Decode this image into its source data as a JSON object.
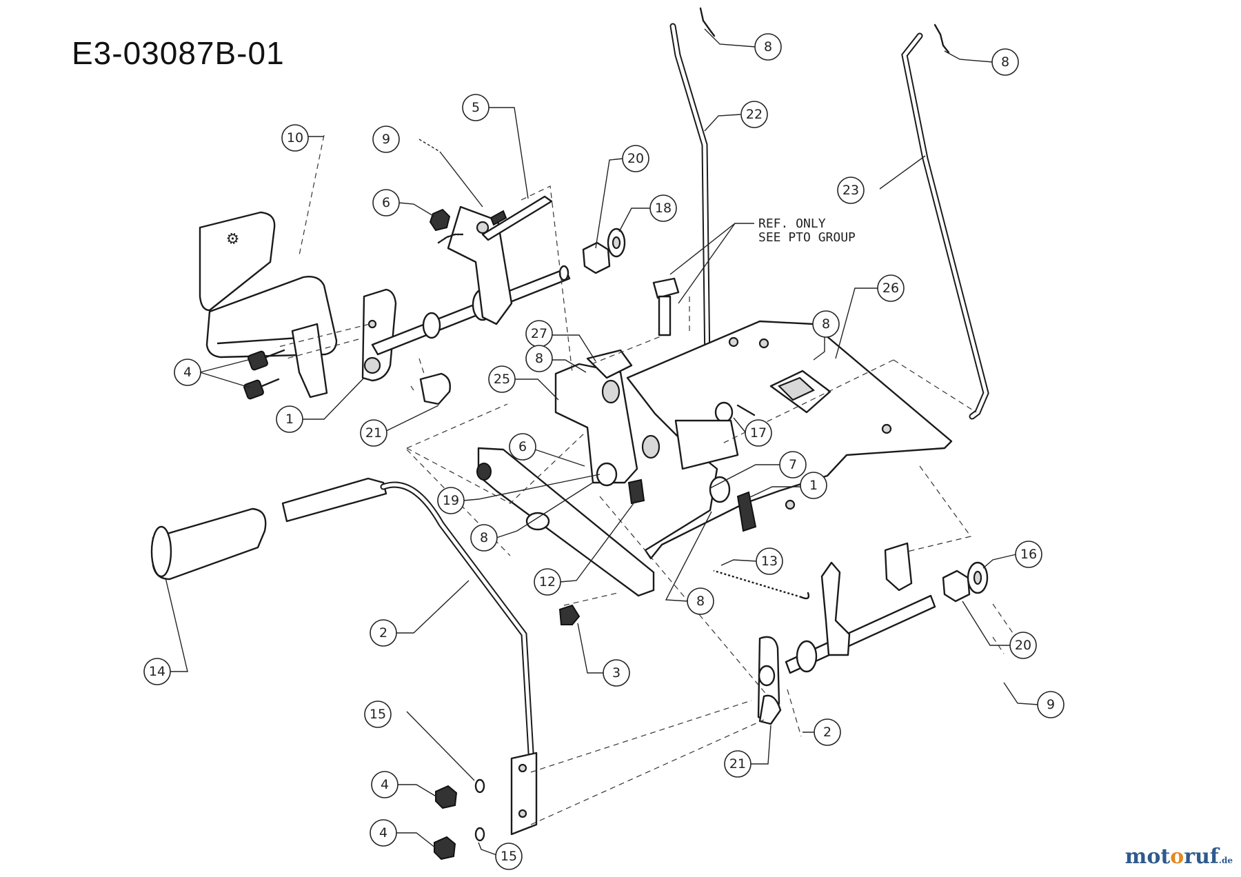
{
  "title": "E3-03087B-01",
  "ref_note": {
    "line1": "REF. ONLY",
    "line2": "SEE PTO GROUP"
  },
  "brand": {
    "name_a": "mot",
    "name_accent": "o",
    "name_b": "ruf",
    "tld": ".de"
  },
  "callouts": [
    {
      "id": "c-8a",
      "label": "8"
    },
    {
      "id": "c-8b",
      "label": "8"
    },
    {
      "id": "c-5",
      "label": "5"
    },
    {
      "id": "c-22",
      "label": "22"
    },
    {
      "id": "c-10",
      "label": "10"
    },
    {
      "id": "c-9a",
      "label": "9"
    },
    {
      "id": "c-20a",
      "label": "20"
    },
    {
      "id": "c-23",
      "label": "23"
    },
    {
      "id": "c-6a",
      "label": "6"
    },
    {
      "id": "c-18",
      "label": "18"
    },
    {
      "id": "c-26",
      "label": "26"
    },
    {
      "id": "c-8c",
      "label": "8"
    },
    {
      "id": "c-27",
      "label": "27"
    },
    {
      "id": "c-8d",
      "label": "8"
    },
    {
      "id": "c-4a",
      "label": "4"
    },
    {
      "id": "c-25",
      "label": "25"
    },
    {
      "id": "c-1a",
      "label": "1"
    },
    {
      "id": "c-21a",
      "label": "21"
    },
    {
      "id": "c-17",
      "label": "17"
    },
    {
      "id": "c-6b",
      "label": "6"
    },
    {
      "id": "c-7",
      "label": "7"
    },
    {
      "id": "c-1b",
      "label": "1"
    },
    {
      "id": "c-19",
      "label": "19"
    },
    {
      "id": "c-8e",
      "label": "8"
    },
    {
      "id": "c-13",
      "label": "13"
    },
    {
      "id": "c-16",
      "label": "16"
    },
    {
      "id": "c-12",
      "label": "12"
    },
    {
      "id": "c-8f",
      "label": "8"
    },
    {
      "id": "c-2a",
      "label": "2"
    },
    {
      "id": "c-20b",
      "label": "20"
    },
    {
      "id": "c-3",
      "label": "3"
    },
    {
      "id": "c-14",
      "label": "14"
    },
    {
      "id": "c-9b",
      "label": "9"
    },
    {
      "id": "c-15a",
      "label": "15"
    },
    {
      "id": "c-2b",
      "label": "2"
    },
    {
      "id": "c-21b",
      "label": "21"
    },
    {
      "id": "c-4b",
      "label": "4"
    },
    {
      "id": "c-4c",
      "label": "4"
    },
    {
      "id": "c-15b",
      "label": "15"
    }
  ]
}
